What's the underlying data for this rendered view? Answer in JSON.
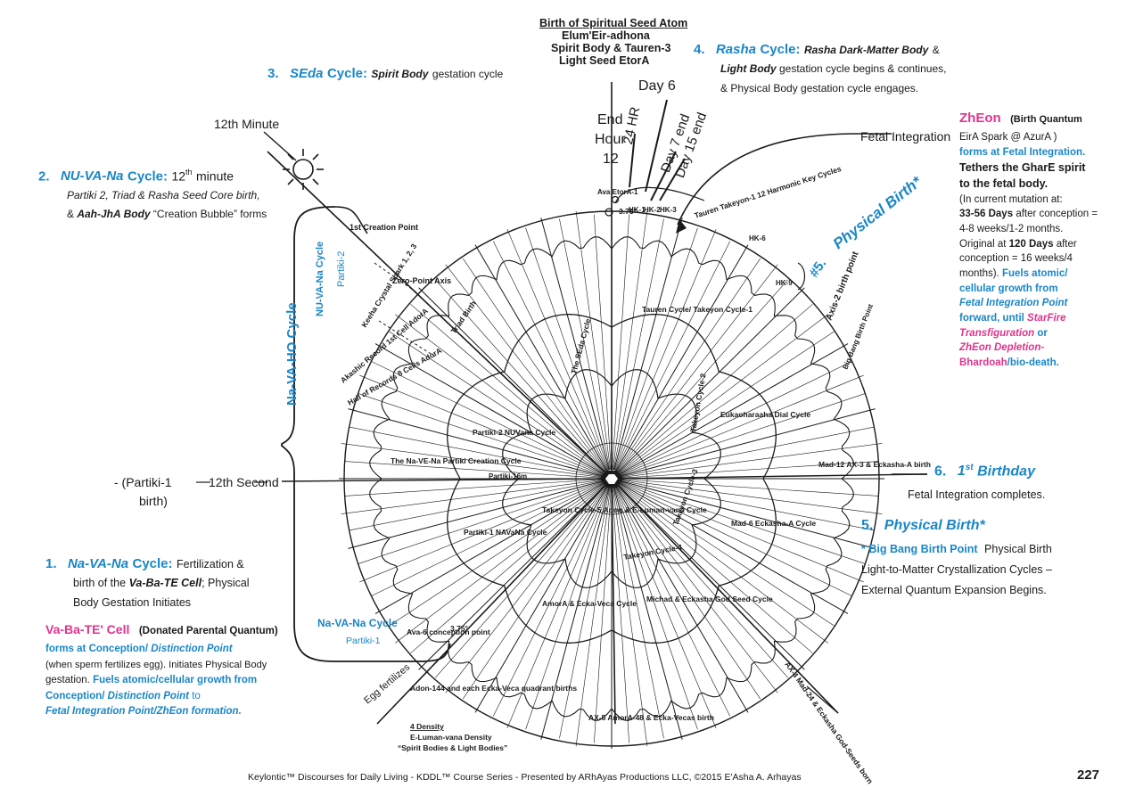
{
  "top_center": {
    "line1": "Birth of Spiritual Seed Atom",
    "line2": "Elum'Eir-adhona",
    "line3": "Spirit Body & Tauren-3",
    "line4": "Light Seed EtorA",
    "day6": "Day 6",
    "end": "End",
    "hour": "Hour",
    "twelve": "12",
    "hr24": "24 HR",
    "day7": "Day 7 end",
    "day15": "Day 15 end"
  },
  "cycle3": {
    "num": "3.",
    "name": "SEda",
    "cycle": "Cycle:",
    "desc_b": "Spirit Body",
    "desc": "gestation cycle"
  },
  "cycle4": {
    "num": "4.",
    "name": "Rasha",
    "cycle": "Cycle:",
    "l1b": "Rasha Dark-Matter Body",
    "l1": "&",
    "l2b": "Light Body",
    "l2": "gestation cycle begins & continues,",
    "l3": "& Physical Body gestation cycle engages."
  },
  "cycle2": {
    "num": "2.",
    "name": "NU-VA-Na",
    "cycle": "Cycle:",
    "minute": "12",
    "minute_sup": "th",
    "minute_word": "minute",
    "l2": "Partiki 2, Triad & Rasha Seed Core birth,",
    "l3a": "& ",
    "l3b": "Aah-JhA Body",
    "l3c": "“Creation Bubble” forms"
  },
  "twelfth_minute": "12th Minute",
  "fetal_integration": "Fetal Integration",
  "zheon": {
    "title": "ZhEon",
    "paren": "(Birth Quantum",
    "l2": "EirA Spark @ AzurA )",
    "l3": "forms at Fetal Integration.",
    "l4": "Tethers the GharE spirit",
    "l5": "to the fetal body.",
    "l6": "(In current mutation at:",
    "l7b": "33-56 Days",
    "l7": "after conception =",
    "l8": "4-8 weeks/1-2 months.",
    "l9a": "Original at",
    "l9b": "120 Days",
    "l9c": "after",
    "l10": "conception = 16 weeks/4",
    "l11a": "months).",
    "l11b": "Fuels atomic/",
    "l12": "cellular growth from",
    "l13": "Fetal Integration Point",
    "l14": "forward, until",
    "l14b": "StarFire",
    "l15": "Transfiguration",
    "l15b": "or",
    "l16": "ZhEon Depletion-",
    "l17a": "Bhardoah",
    "l17b": "/bio-death."
  },
  "physical_birth_arc": "Physical Birth*",
  "five_arc": "#5.",
  "cycle6": {
    "num": "6.",
    "first": "1",
    "sup": "st",
    "word": "Birthday",
    "desc": "Fetal Integration completes."
  },
  "cycle5": {
    "num": "5.",
    "name": "Physical Birth*",
    "l2a": "* Big Bang Birth Point",
    "l2b": "Physical Birth",
    "l3": "Light-to-Matter Crystallization Cycles –",
    "l4": "External Quantum Expansion Begins."
  },
  "partiki1": {
    "l1": "- (Partiki-1",
    "l2": "birth)",
    "sec": "12th Second"
  },
  "cycle1": {
    "num": "1.",
    "name": "Na-VA-Na",
    "cycle": "Cycle:",
    "l1": "Fertilization &",
    "l2a": "birth of the",
    "l2b": "Va-Ba-TE Cell",
    "l2c": "; Physical",
    "l3": "Body Gestation Initiates"
  },
  "vabate": {
    "title": "Va-Ba-TE' Cell",
    "paren": "(Donated Parental Quantum)",
    "l2a": "forms at",
    "l2b": "Conception/",
    "l2c": "Distinction Point",
    "l3": "(when sperm fertilizes egg). Initiates Physical Body",
    "l4a": "gestation.",
    "l4b": "Fuels atomic/cellular growth from",
    "l5a": "Conception/",
    "l5b": "Distinction Point",
    "l5c": "to",
    "l6": "Fetal Integration Point/ZhEon formation."
  },
  "bracket": {
    "navaho": "Na-VA-HO Cycle",
    "nuvana": "NU-VA-Na Cycle",
    "partiki2": "Partiki-2",
    "navana": "Na-VA-Na Cycle",
    "partiki1": "Partiki-1"
  },
  "wheel": {
    "creation_point": "1st Creation Point",
    "zero_point": "Zero-Point Axis",
    "keeha": "Keeha Crystal Spark 1, 2, 3",
    "akashic": "Akashic Record 1st Cell AdorA",
    "hall": "Hall of Records 8 Cells AdorA",
    "triad": "Triad Birth",
    "seda_cycle": "The SEda Cycle",
    "tauren_cycle": "Tauren Cycle/ Takeyon Cycle-1",
    "tauren_top": "Tauren Takeyon-1 12 Harmonic Key Cycles",
    "partiki2_cyc": "Partiki-2 NUVana Cycle",
    "navena": "The Na-VE-Na Partiki Creation Cycle",
    "partiki1_cyc": "Partiki-1 NAVaNa Cycle",
    "takeyon5": "Takeyon Cycle-5 Adon & E-Luman-vana Cycle",
    "amora": "AmorA & Ecka-Veca Cycle",
    "michad": "Michad & Eckasha God Seed Cycle",
    "takeyon4": "Takeyon Cycle-4",
    "takeyon3": "Takeyon Cycle-3",
    "takeyon2": "Takeyon Cycle-2",
    "eukaoharaaha": "Eukaoharaaha Dial Cycle",
    "mad12": "Mad-12 AX-3 & Eckasha-A birth",
    "mad6": "Mad-6 Eckasha-A Cycle",
    "ax4": "AX-4 Mad-24 & Eckasha God-Seeds born",
    "ax5": "AX-5 AmorA-48 & Ecka-Vecas birth",
    "ava6": "Ava-6 conception point",
    "deg": "3.75°",
    "deg_top": "3.75°",
    "egg": "Egg fertilizes",
    "adon": "Adon-144 and each Ecka-Veca quadrant births",
    "density4": "4 Density",
    "eluman": "E-Luman-vana Density",
    "spirit_bodies": "“Spirit Bodies & Light Bodies”",
    "axis2": "Axis-2 birth point",
    "big_bang": "Big Bang Birth Point",
    "ava_etora": "Ava EtorA-1",
    "hk1": "HK-1",
    "hk2": "HK-2",
    "hk3": "HK-3",
    "hk6": "HK-6",
    "hk9": "HK-9",
    "partiki16": "Partiki-16m"
  },
  "footer": {
    "text": "Keylontic™ Discourses for Daily Living - KDDL™ Course Series - Presented by ARhAyas Productions LLC, ©2015 E'Asha A. Arhayas",
    "page": "227"
  },
  "colors": {
    "accent_blue": "#1a86c8",
    "accent_pink": "#e0338c",
    "ink": "#1a1a1a"
  },
  "icons": {
    "sun": "sun-icon"
  }
}
